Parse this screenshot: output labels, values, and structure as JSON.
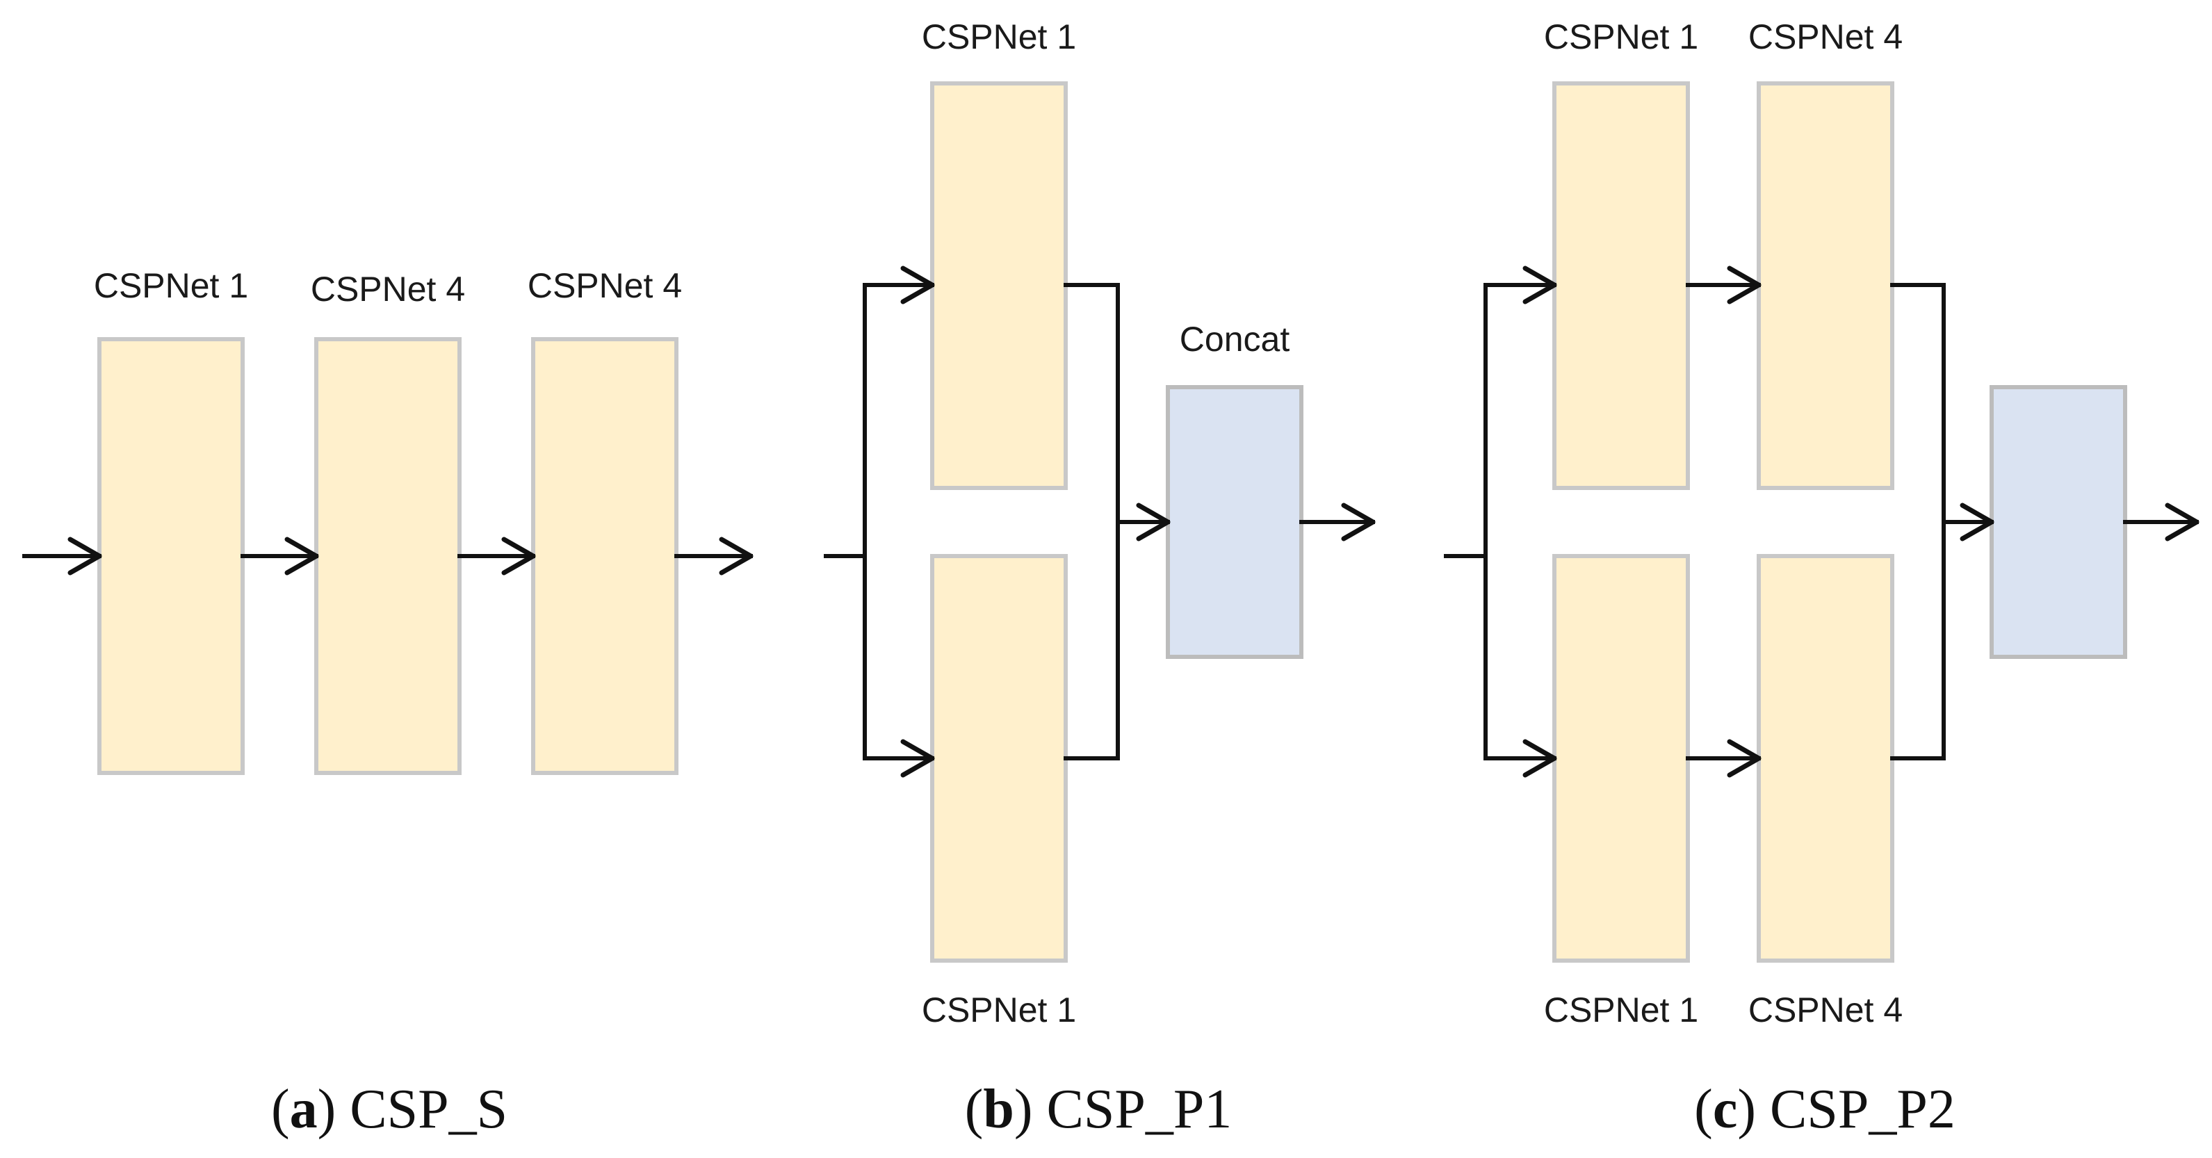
{
  "colors": {
    "block_fill": "#fff0cc",
    "block_stroke": "#c8c8c8",
    "concat_fill": "#dae3f2",
    "concat_stroke": "#bcbcbc",
    "line": "#111111"
  },
  "panels": {
    "a": {
      "caption_letter": "a",
      "caption_text": "CSP_S",
      "labels": [
        "CSPNet 1",
        "CSPNet 4",
        "CSPNet 4"
      ]
    },
    "b": {
      "caption_letter": "b",
      "caption_text": "CSP_P1",
      "label_top": "CSPNet 1",
      "label_bottom": "CSPNet 1",
      "concat_label": "Concat"
    },
    "c": {
      "caption_letter": "c",
      "caption_text": "CSP_P2",
      "label_top_1": "CSPNet 1",
      "label_top_2": "CSPNet 4",
      "label_bottom_1": "CSPNet 1",
      "label_bottom_2": "CSPNet 4"
    }
  }
}
